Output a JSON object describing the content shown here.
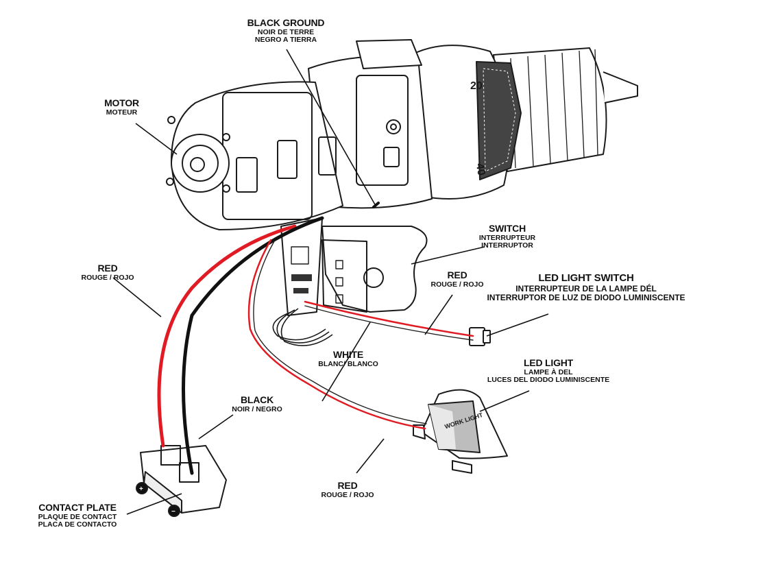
{
  "labels": {
    "black_ground": {
      "title": "BLACK GROUND",
      "line1": "NOIR DE TERRE",
      "line2": "NEGRO A TIERRA"
    },
    "motor": {
      "title": "MOTOR",
      "line1": "MOTEUR"
    },
    "switch": {
      "title": "SWITCH",
      "line1": "INTERRUPTEUR",
      "line2": "INTERRUPTOR"
    },
    "red_top": {
      "title": "RED",
      "line1": "ROUGE / ROJO"
    },
    "red_left": {
      "title": "RED",
      "line1": "ROUGE / ROJO"
    },
    "led_light_switch": {
      "title": "LED LIGHT SWITCH",
      "line1": "INTERRUPTEUR DE LA LAMPE DÉL",
      "line2": "INTERRUPTOR DE LUZ DE DIODO LUMINISCENTE"
    },
    "white": {
      "title": "WHITE",
      "line1": "BLANC/ BLANCO"
    },
    "led_light": {
      "title": "LED LIGHT",
      "line1": "LAMPE À DEL",
      "line2": "LUCES DEL DIODO LUMINISCENTE"
    },
    "black": {
      "title": "BLACK",
      "line1": "NOIR / NEGRO"
    },
    "red_bottom": {
      "title": "RED",
      "line1": "ROUGE / ROJO"
    },
    "contact_plate": {
      "title": "CONTACT PLATE",
      "line1": "PLAQUE DE CONTACT",
      "line2": "PLACA DE CONTACTO"
    }
  },
  "markings": {
    "clutch_20": "20",
    "clutch_40": "40",
    "led_lens_text": "WORK LIGHT",
    "plus": "+",
    "minus": "−"
  },
  "colors": {
    "red_wire": "#e01b24",
    "black_wire": "#111111",
    "outline": "#1a1a1a",
    "fill": "#ffffff"
  }
}
